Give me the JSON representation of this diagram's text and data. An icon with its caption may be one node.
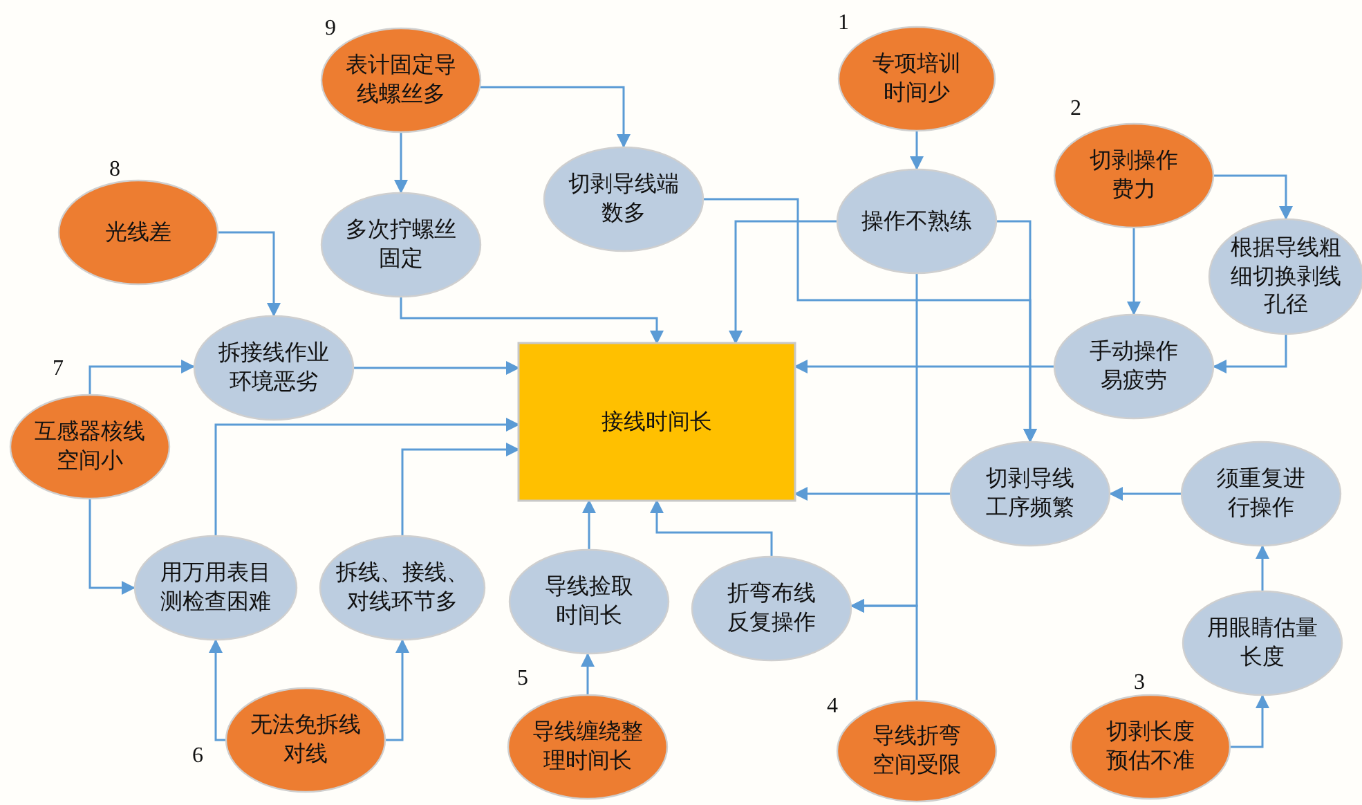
{
  "diagram": {
    "nodes": [
      {
        "text": [
          "表计固定导线螺丝多"
        ],
        "beside": [
          "9"
        ]
      },
      {
        "text": [
          "专项培训时间少"
        ],
        "beside": [
          "1"
        ]
      },
      {
        "text": [
          "切剥操作费力"
        ],
        "beside": [
          "2"
        ]
      },
      {
        "text": [
          "光线差"
        ],
        "beside": [
          "8"
        ]
      },
      {
        "text": [
          "多次拧螺丝固定"
        ]
      },
      {
        "text": [
          "切剥导线端数多"
        ]
      },
      {
        "text": [
          "操作不熟练"
        ]
      },
      {
        "text": [
          "根据导线粗细切换剥线孔径"
        ]
      },
      {
        "text": [
          "拆接线作业环境恶劣"
        ]
      },
      {
        "text": [
          "手动操作易疲劳"
        ]
      },
      {
        "text": [
          "互感器核线空间小"
        ],
        "beside": [
          "7"
        ]
      },
      {
        "text": [
          "接线时间长"
        ]
      },
      {
        "text": [
          "切剥导线工序频繁"
        ]
      },
      {
        "text": [
          "须重复进行操作"
        ]
      },
      {
        "text": [
          "用万用表目测检查困难"
        ]
      },
      {
        "text": [
          "拆线、接线、对线环节多"
        ]
      },
      {
        "text": [
          "导线捡取时间长"
        ]
      },
      {
        "text": [
          "折弯布线反复操作"
        ]
      },
      {
        "text": [
          "用眼睛估量长度"
        ]
      },
      {
        "text": [
          "无法免拆线对线"
        ],
        "beside": [
          "6"
        ]
      },
      {
        "text": [
          "导线缠绕整理时间长"
        ],
        "beside": [
          "5"
        ]
      },
      {
        "text": [
          "导线折弯空间受限"
        ],
        "beside": [
          "4"
        ]
      },
      {
        "text": [
          "切剥长度预估不准"
        ],
        "beside": [
          "3"
        ]
      }
    ],
    "edges": [
      {
        "from": 0,
        "to": 4,
        "arrow": "to"
      },
      {
        "from": 0,
        "to": 5,
        "arrow": "to"
      },
      {
        "from": 1,
        "to": 6,
        "arrow": "to"
      },
      {
        "from": 2,
        "to": 7,
        "arrow": "to"
      },
      {
        "from": 2,
        "to": 9,
        "arrow": "to"
      },
      {
        "from": 3,
        "to": 8,
        "arrow": "to"
      },
      {
        "from": 4,
        "to": 11,
        "arrow": "to"
      },
      {
        "from": 5,
        "to": 12,
        "arrow": "to"
      },
      {
        "from": 6,
        "to": 12,
        "arrow": "to"
      },
      {
        "from": 6,
        "to": 11,
        "arrow": "to"
      },
      {
        "from": 6,
        "to": 17,
        "arrow": "to"
      },
      {
        "from": 21,
        "to": 17,
        "arrow": "to"
      },
      {
        "from": 7,
        "to": 9,
        "arrow": "to"
      },
      {
        "from": 8,
        "to": 11,
        "arrow": "to"
      },
      {
        "from": 9,
        "to": 11,
        "arrow": "to"
      },
      {
        "from": 10,
        "to": 8,
        "arrow": "to"
      },
      {
        "from": 10,
        "to": 14,
        "arrow": "to"
      },
      {
        "from": 12,
        "to": 11,
        "arrow": "to"
      },
      {
        "from": 13,
        "to": 12,
        "arrow": "to"
      },
      {
        "from": 14,
        "to": 11,
        "arrow": "to"
      },
      {
        "from": 15,
        "to": 11,
        "arrow": "to"
      },
      {
        "from": 16,
        "to": 11,
        "arrow": "to"
      },
      {
        "from": 17,
        "to": 11,
        "arrow": "to"
      },
      {
        "from": 18,
        "to": 13,
        "arrow": "to"
      },
      {
        "from": 19,
        "to": 14,
        "arrow": "to"
      },
      {
        "from": 19,
        "to": 15,
        "arrow": "to"
      },
      {
        "from": 20,
        "to": 16,
        "arrow": "to"
      },
      {
        "from": 22,
        "to": 18,
        "arrow": "to"
      }
    ]
  }
}
